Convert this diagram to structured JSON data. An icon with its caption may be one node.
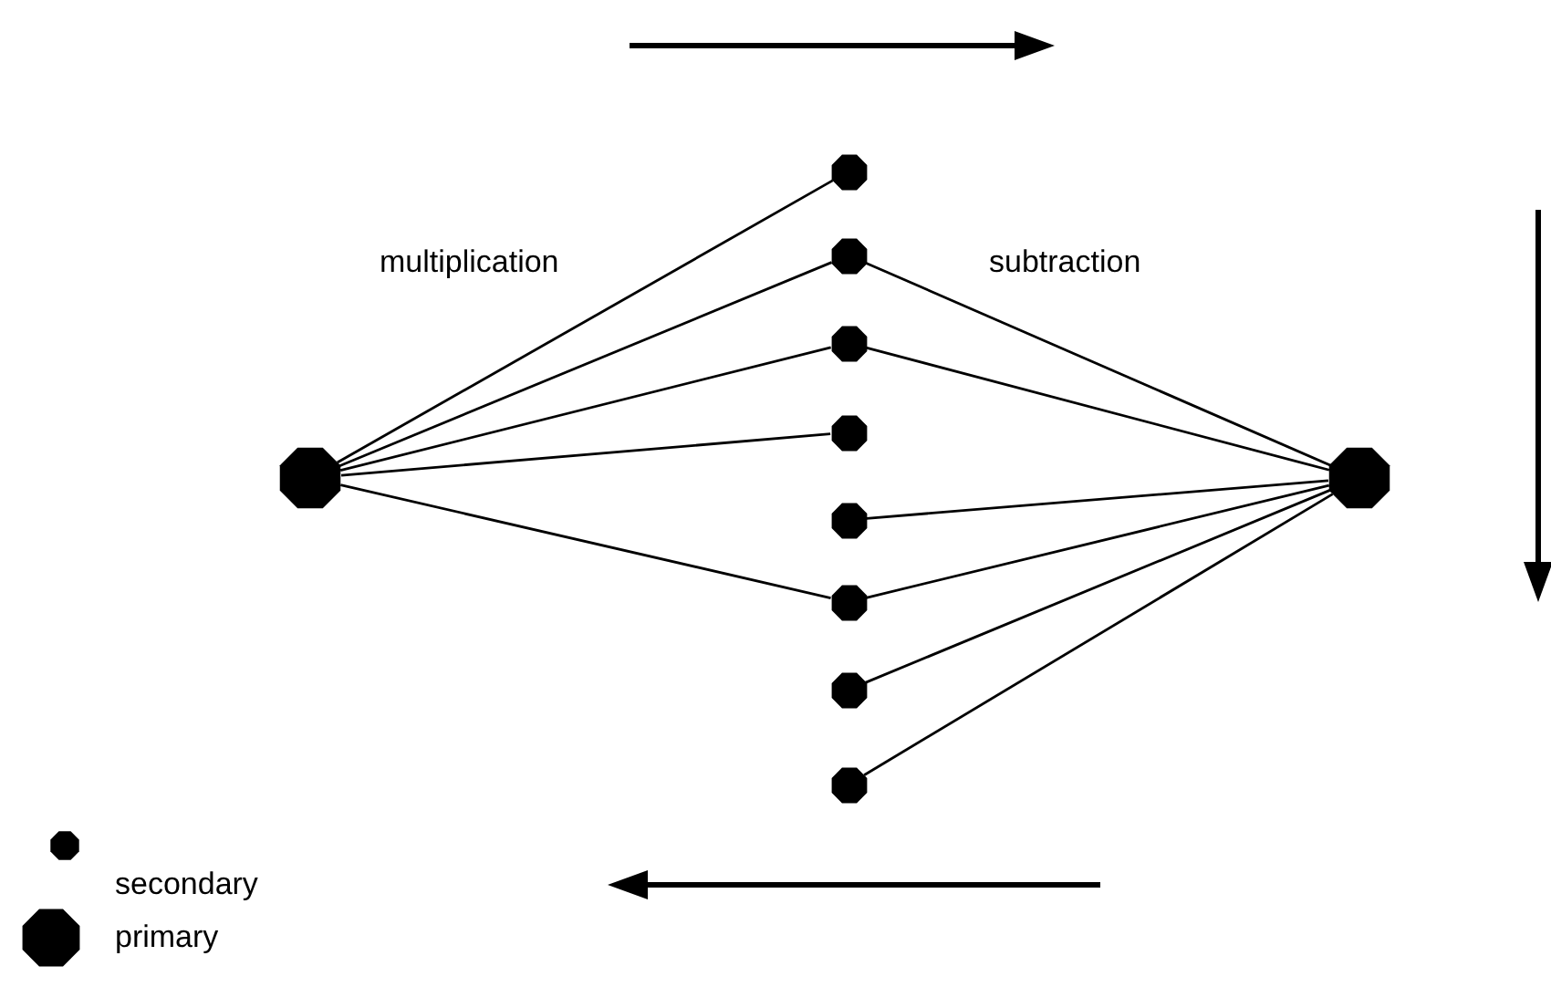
{
  "diagram": {
    "nodes": [
      {
        "text": [],
        "shape": "octagon"
      },
      {
        "text": [],
        "shape": "octagon"
      },
      {
        "text": [],
        "shape": "octagon"
      },
      {
        "text": [],
        "shape": "octagon"
      },
      {
        "text": [],
        "shape": "octagon"
      },
      {
        "text": [],
        "shape": "octagon"
      },
      {
        "text": [],
        "shape": "octagon"
      },
      {
        "text": [],
        "shape": "octagon"
      },
      {
        "text": [],
        "shape": "octagon"
      },
      {
        "text": [],
        "shape": "octagon"
      }
    ],
    "edges": [
      {
        "from": 0,
        "to": 1,
        "arrow": "none"
      },
      {
        "from": 0,
        "to": 2,
        "arrow": "none"
      },
      {
        "from": 0,
        "to": 3,
        "arrow": "none"
      },
      {
        "from": 0,
        "to": 4,
        "arrow": "none"
      },
      {
        "from": 0,
        "to": 6,
        "arrow": "none"
      },
      {
        "from": 9,
        "to": 2,
        "arrow": "none"
      },
      {
        "from": 9,
        "to": 3,
        "arrow": "none"
      },
      {
        "from": 9,
        "to": 5,
        "arrow": "none"
      },
      {
        "from": 9,
        "to": 6,
        "arrow": "none"
      },
      {
        "from": 9,
        "to": 7,
        "arrow": "none"
      },
      {
        "from": 9,
        "to": 8,
        "arrow": "none"
      }
    ],
    "labels": [
      "multiplication",
      "subtraction"
    ],
    "legend": [
      {
        "text": "secondary"
      },
      {
        "text": "primary"
      }
    ]
  }
}
